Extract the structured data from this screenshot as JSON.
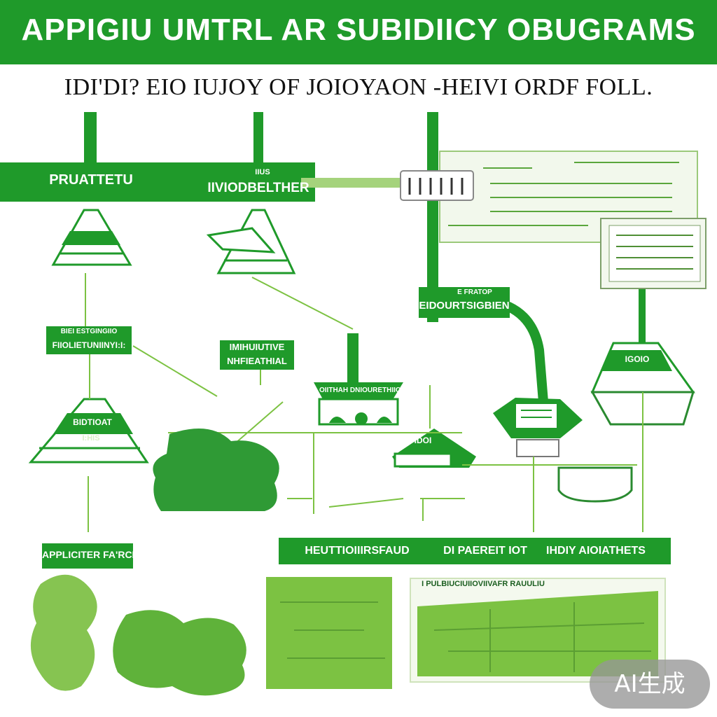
{
  "header": {
    "title": "APPIGIU UMTRL AR SUBIDIICY OBUGRAMS",
    "subtitle": "IDI'DI? EIO IUJOY OF JOIOYAON -HEIVI ORDF FOLL."
  },
  "nodes": {
    "n1": "PRUATTETU",
    "n2_top": "IIUS",
    "n2": "IIVIODBELTHER",
    "n3": "EIDOURTSIGBIEN",
    "n3_top": "E FRATOP",
    "n4a": "BIEI ESTGINGIIO",
    "n4b": "FIIOLIETUNIINYI:I:",
    "n5a": "IMIHUIUTIVE",
    "n5b": "NHFIEATHIAL",
    "n6": "OIITHAH DNIOURETHIIOR",
    "n7": "BIDTIOAT",
    "n7b": "I:HIS",
    "n8": "IDOI",
    "n9": "IGOIO",
    "n10": "APPLICITER FA'RCHIS",
    "bar1": "HEUTTIOIIIRSFAUD",
    "bar2": "DI PAEREIT IOT",
    "bar3": "IHDIY AIOIATHETS",
    "table_head": "I PULBIUCIUIIOVIIVAFR RAUULIU"
  },
  "watermark": "AI生成",
  "colors": {
    "primary": "#1f9a2a",
    "light": "#7cc242",
    "pale": "#b7dc8a"
  }
}
